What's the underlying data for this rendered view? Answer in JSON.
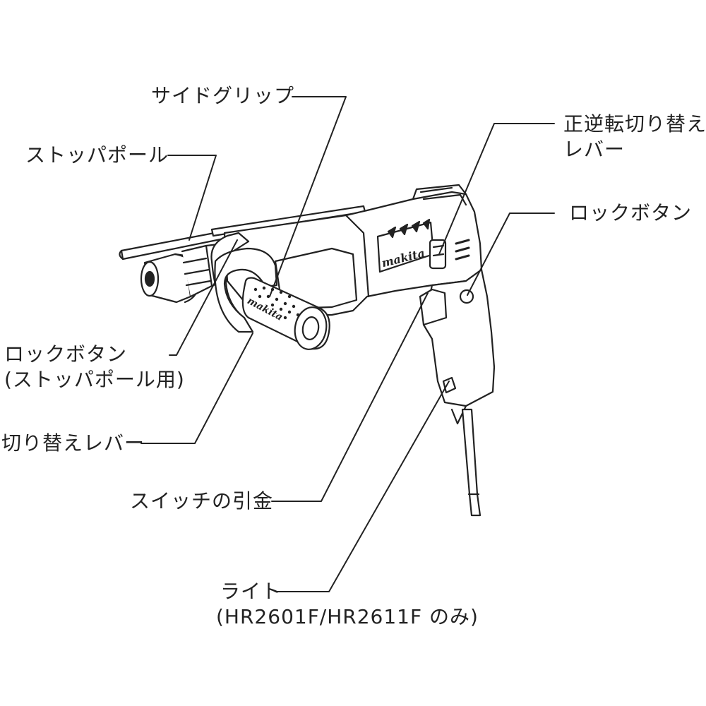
{
  "labels": {
    "side_grip": "サイドグリップ",
    "stopper_pole": "ストッパポール",
    "lock_button_stopper_line1": "ロックボタン",
    "lock_button_stopper_line2": "(ストッパポール用)",
    "change_lever": "切り替えレバー",
    "switch_trigger": "スイッチの引金",
    "light_line1": "ライト",
    "light_line2": "(HR2601F/HR2611F のみ)",
    "reverse_lever_line1": "正逆転切り替え",
    "reverse_lever_line2": "レバー",
    "lock_button": "ロックボタン"
  },
  "brand_marks": {
    "body": "makita",
    "grip": "makita"
  },
  "colors": {
    "line": "#222222",
    "background": "#ffffff"
  }
}
